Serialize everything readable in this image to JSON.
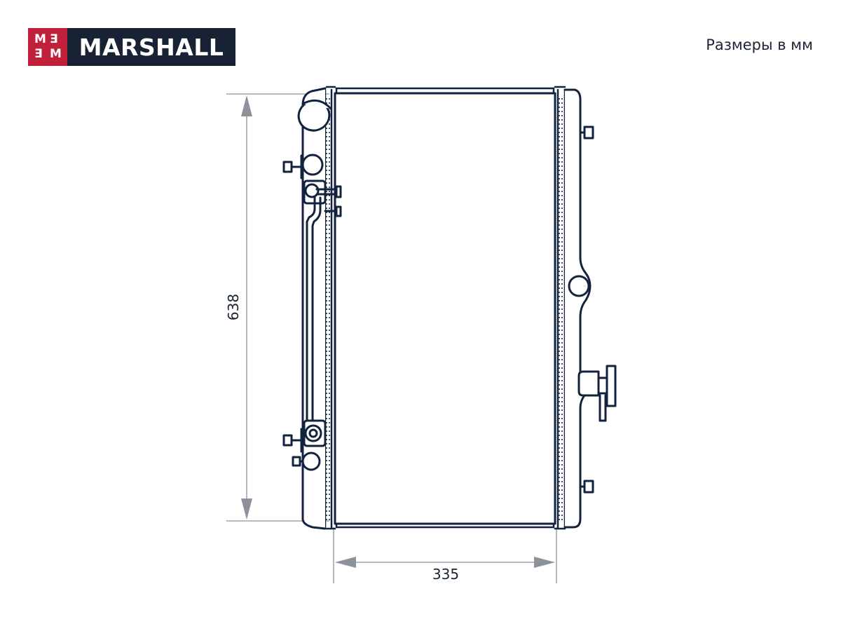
{
  "brand": {
    "name": "MARSHALL",
    "mark_glyphs": [
      "M",
      "Ǝ",
      "Ǝ",
      "M"
    ],
    "colors": {
      "mark": "#c1203b",
      "panel": "#182235"
    }
  },
  "units_note": "Размеры в мм",
  "dimensions": {
    "height_mm": "638",
    "width_mm": "335"
  },
  "colors": {
    "outline": "#13233f",
    "dimension_line": "#8b9299"
  }
}
